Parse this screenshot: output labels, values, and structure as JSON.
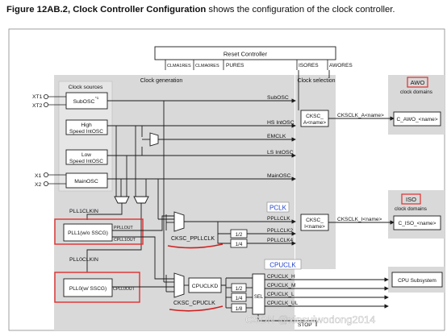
{
  "caption": {
    "bold": "Figure 12AB.2, Clock Controller Configuration",
    "rest": " shows the configuration of the clock controller."
  },
  "reset_controller": {
    "title": "Reset Controller",
    "signals": [
      "CLMA1RES",
      "CLMA0RES",
      "PURES",
      "ISORES",
      "AWORES"
    ]
  },
  "clock_sources": {
    "title": "Clock sources",
    "pins": [
      "XT1",
      "XT2",
      "X1",
      "X2"
    ],
    "blocks": [
      "SubOSC",
      "High Speed IntOSC",
      "Low Speed IntOSC",
      "MainOSC"
    ],
    "subosc_mark": "*1"
  },
  "clock_generation": {
    "title": "Clock generation",
    "outputs": [
      "SubOSC",
      "HS IntOSC",
      "EMCLK",
      "LS IntOSC",
      "MainOSC"
    ],
    "pll1": {
      "clkin": "PLL1CLKIN",
      "label": "PLL1(w/o SSCG)",
      "out": "PPLLOUT",
      "out2": "CPLL1OUT"
    },
    "pll0": {
      "clkin": "PLL0CLKIN",
      "label": "PLL0(w/ SSCG)",
      "out": "CPLL0OUT"
    },
    "pclk": {
      "annotation": "PCLK",
      "selector": "CKSC_PPLLCLK",
      "dividers": [
        "1/2",
        "1/4"
      ],
      "outputs": [
        "PPLLCLK",
        "PPLLCLK2",
        "PPLLCLK4"
      ]
    },
    "cpuclk": {
      "annotation": "CPUCLK",
      "divider_block": "CPUCLKD",
      "selector": "CKSC_CPUCLK",
      "dividers": [
        "1/2",
        "1/4",
        "1/8"
      ],
      "sel": "SEL",
      "outputs": [
        "CPUCLK_H",
        "CPUCLK_M",
        "CPUCLK_L",
        "CPUCLK_UL"
      ],
      "stop": "STOP"
    }
  },
  "clock_selection": {
    "title": "Clock selection",
    "awo_selector": [
      "CKSC_",
      "A<name>"
    ],
    "iso_selector": [
      "CKSC_",
      "I<name>"
    ],
    "awo_out": "CKSCLK_A<name>",
    "iso_out": "CKSCLK_I<name>"
  },
  "domains": {
    "awo": {
      "title": "AWO",
      "sub": "clock domains",
      "block": "C_AWO_<name>"
    },
    "iso": {
      "title": "ISO",
      "sub": "clock domains",
      "block": "C_ISO_<name>"
    },
    "cpu": {
      "block": "CPU Subsystem"
    }
  },
  "watermark": "CSDN @xinsuiwodong2014",
  "colors": {
    "panel": "#d9d9d9",
    "line": "#1a1a1a",
    "highlight": "#e03030",
    "annotation": "#1f3fc8",
    "underline": "#d02020"
  }
}
